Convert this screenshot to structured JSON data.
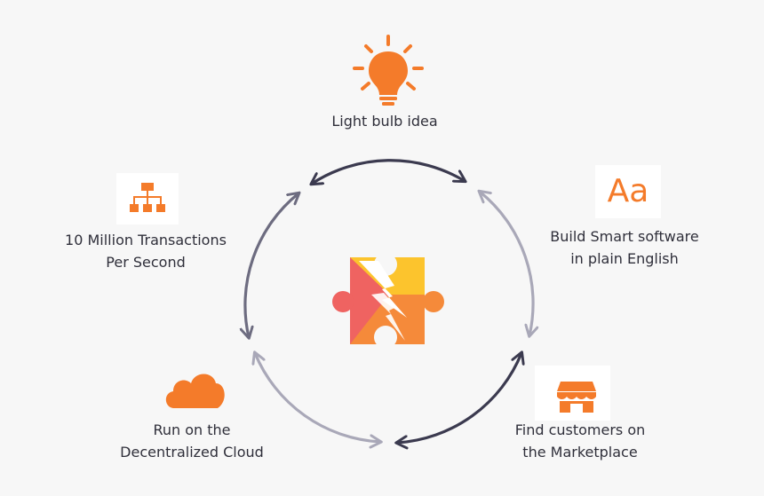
{
  "nodes": {
    "idea": {
      "icon": "light-bulb-icon",
      "line1": "Light bulb idea"
    },
    "build": {
      "icon": "text-aa-icon",
      "glyph": "Aa",
      "line1": "Build Smart software",
      "line2": "in plain English"
    },
    "market": {
      "icon": "storefront-icon",
      "line1": "Find customers on",
      "line2": "the Marketplace"
    },
    "cloud": {
      "icon": "cloud-icon",
      "line1": "Run on the",
      "line2": "Decentralized Cloud"
    },
    "scale": {
      "icon": "network-hierarchy-icon",
      "line1": "10 Million Transactions",
      "line2": "Per Second"
    }
  },
  "center": {
    "icon": "puzzle-lightning-logo"
  },
  "colors": {
    "accent": "#f47b2a",
    "arrow_dark": "#3b3a4f",
    "arrow_mid": "#6d6c80",
    "arrow_light": "#a9a8b8",
    "puzzle_red": "#ef6361",
    "puzzle_orange": "#f58a3a",
    "puzzle_yellow": "#fcc42d",
    "background": "#f7f7f7"
  }
}
